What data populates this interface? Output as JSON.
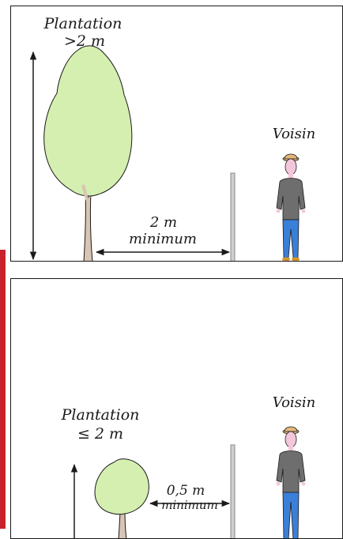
{
  "colors": {
    "frame": "#1a1a1a",
    "accent_bar": "#c8232c",
    "foliage": "#d4efb0",
    "trunk": "#d9c5b4",
    "post": "#cfcfcf",
    "shirt": "#6e6e6e",
    "jeans": "#3a7fd8",
    "skin": "#f4c6dc",
    "hat": "#e3b77a",
    "shoes": "#d4962d"
  },
  "panels": [
    {
      "plantation_label": "Plantation",
      "height_rule": ">2 m",
      "distance_value": "2 m",
      "distance_rule": "minimum",
      "neighbor_label": "Voisin"
    },
    {
      "plantation_label": "Plantation",
      "height_rule": "≤ 2 m",
      "distance_value": "0,5 m",
      "distance_rule": "minimum",
      "neighbor_label": "Voisin"
    }
  ]
}
